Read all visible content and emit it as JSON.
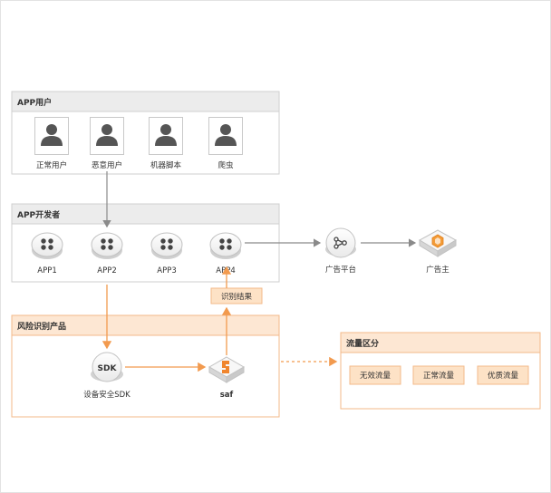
{
  "sections": {
    "users": {
      "title": "APP用户",
      "items": [
        "正常用户",
        "恶意用户",
        "机器脚本",
        "爬虫"
      ]
    },
    "developers": {
      "title": "APP开发者",
      "apps": [
        "APP1",
        "APP2",
        "APP3",
        "APP4"
      ]
    },
    "risk": {
      "title": "风险识别产品",
      "sdk_badge": "SDK",
      "sdk_label": "设备安全SDK",
      "saf_label": "saf"
    },
    "traffic": {
      "title": "流量区分",
      "items": [
        "无效流量",
        "正常流量",
        "优质流量"
      ]
    }
  },
  "ad_platform_label": "广告平台",
  "advertiser_label": "广告主",
  "result_label": "识别结果",
  "colors": {
    "orange": "#f5a05a",
    "orange_light": "#fde3c8",
    "gray_line": "#888888",
    "panel_header": "#ececec"
  },
  "icons": {
    "user": "person-icon",
    "app": "app-grid-icon",
    "ad_platform": "network-share-icon",
    "advertiser": "hexagon-cube-icon"
  }
}
